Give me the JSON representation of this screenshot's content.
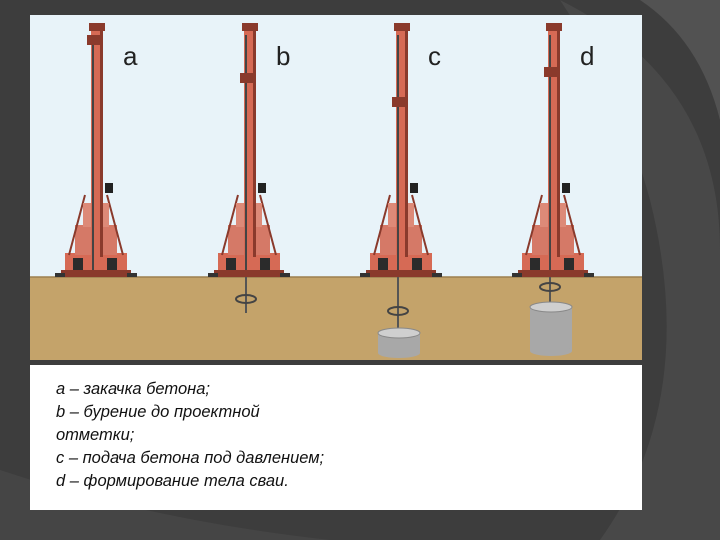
{
  "diagram": {
    "stages": [
      {
        "letter": "a",
        "auger": "none"
      },
      {
        "letter": "b",
        "auger": "drilling"
      },
      {
        "letter": "c",
        "auger": "bulb"
      },
      {
        "letter": "d",
        "auger": "pile"
      }
    ],
    "colors": {
      "sky": "#e8f3f9",
      "ground": "#c4a36a",
      "mast": "#d66a55",
      "mast_dark": "#8a3a2c",
      "concrete": "#a8a8a8"
    }
  },
  "caption": {
    "lines": [
      "a – закачка бетона;",
      "b – бурение до проектной",
      "отметки;",
      "c – подача бетона под давлением;",
      "d – формирование тела сваи."
    ]
  }
}
